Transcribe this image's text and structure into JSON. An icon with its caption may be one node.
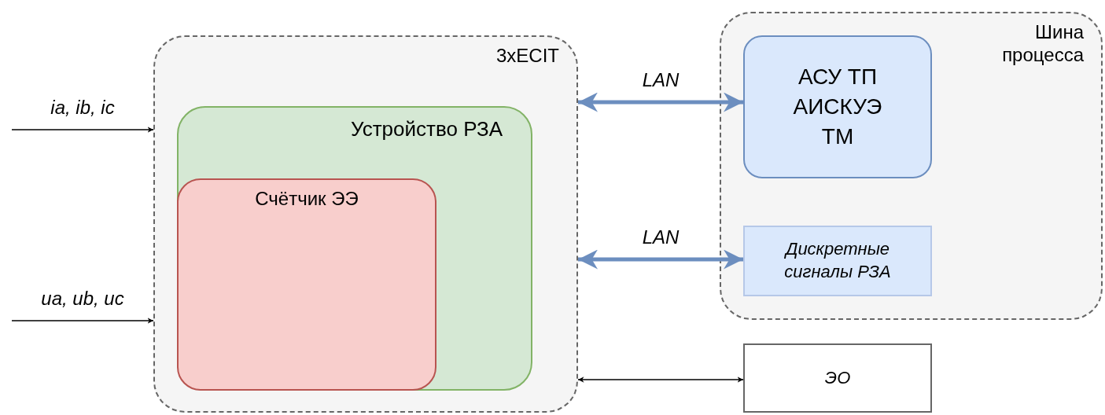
{
  "diagram": {
    "nodes": [
      {
        "text": [
          "3xECIT"
        ]
      },
      {
        "text": [
          "Устройство РЗА"
        ],
        "in": 0
      },
      {
        "text": [
          "Счётчик ЭЭ"
        ],
        "in": 1
      },
      {
        "text": [
          "Шина процесса"
        ]
      },
      {
        "text": [
          "АСУ ТП АИСКУЭ ТМ"
        ],
        "in": 3
      },
      {
        "text": [
          "Дискретные сигналы РЗА"
        ],
        "in": 3
      },
      {
        "text": [
          "ЭО"
        ]
      }
    ],
    "edges": [
      {
        "from": null,
        "to": 0,
        "arrow": "to",
        "label": "ia, ib, ic"
      },
      {
        "from": null,
        "to": 0,
        "arrow": "to",
        "label": "ua, ub, uc"
      },
      {
        "from": 0,
        "to": 4,
        "arrow": "both",
        "label": "LAN",
        "style": "thick",
        "color": "#6c8ebf"
      },
      {
        "from": 0,
        "to": 5,
        "arrow": "both",
        "label": "LAN",
        "style": "thick",
        "color": "#6c8ebf"
      },
      {
        "from": 0,
        "to": 6,
        "arrow": "both"
      }
    ]
  }
}
